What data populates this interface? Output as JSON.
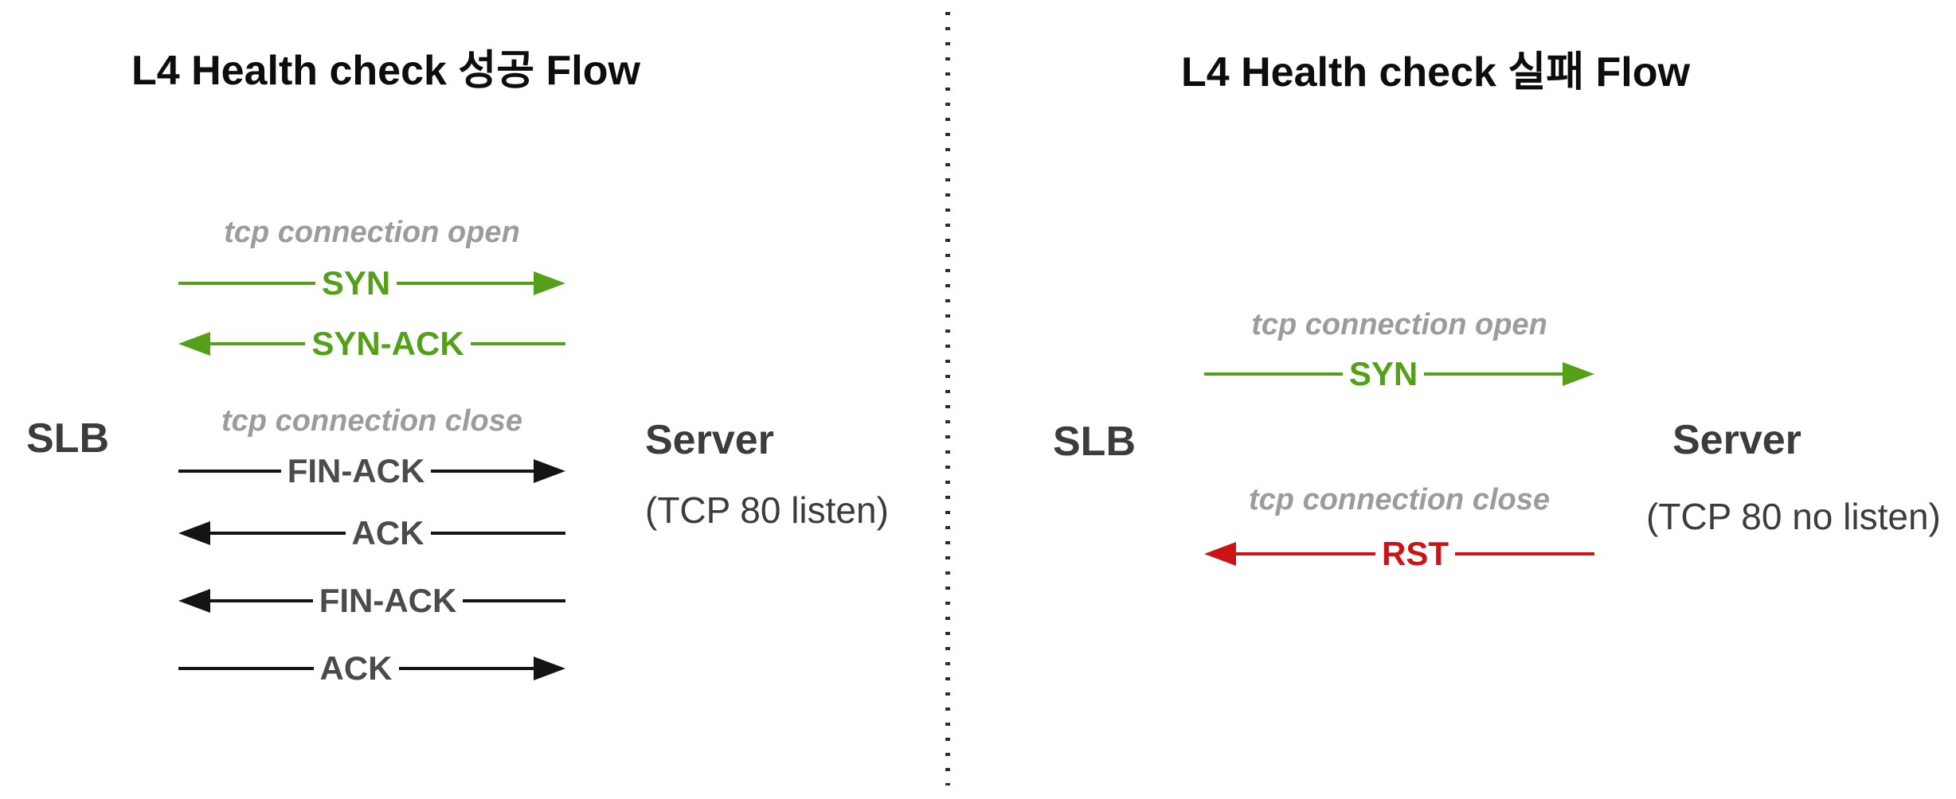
{
  "colors": {
    "success_green": "#55a019",
    "failure_red": "#cc1414",
    "arrow_line_black": "#141414",
    "black_arrow_label_gray": "#4b4b4b",
    "section_label_gray": "#9c9c9c",
    "entity_text_gray": "#3c3c3c",
    "title_black": "#0d0d0d",
    "background": "#ffffff"
  },
  "left_panel": {
    "title": "L4 Health check 성공 Flow",
    "slb_label": "SLB",
    "server_label": "Server",
    "server_note": "(TCP 80 listen)",
    "open_section_label": "tcp connection open",
    "close_section_label": "tcp connection close",
    "arrows": [
      {
        "label": "SYN",
        "direction": "right",
        "color": "green",
        "section": "open"
      },
      {
        "label": "SYN-ACK",
        "direction": "left",
        "color": "green",
        "section": "open"
      },
      {
        "label": "FIN-ACK",
        "direction": "right",
        "color": "black",
        "section": "close"
      },
      {
        "label": "ACK",
        "direction": "left",
        "color": "black",
        "section": "close"
      },
      {
        "label": "FIN-ACK",
        "direction": "left",
        "color": "black",
        "section": "close"
      },
      {
        "label": "ACK",
        "direction": "right",
        "color": "black",
        "section": "close"
      }
    ]
  },
  "right_panel": {
    "title": "L4 Health check 실패 Flow",
    "slb_label": "SLB",
    "server_label": "Server",
    "server_note": "(TCP 80 no listen)",
    "open_section_label": "tcp connection open",
    "close_section_label": "tcp connection close",
    "arrows": [
      {
        "label": "SYN",
        "direction": "right",
        "color": "green",
        "section": "open"
      },
      {
        "label": "RST",
        "direction": "left",
        "color": "red",
        "section": "close"
      }
    ]
  }
}
